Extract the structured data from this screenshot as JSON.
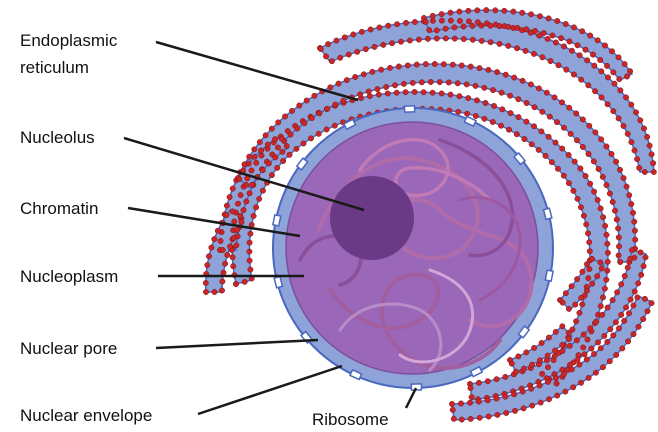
{
  "labels": {
    "endoplasmic_line1": "Endoplasmic",
    "endoplasmic_line2": "reticulum",
    "nucleolus": "Nucleolus",
    "chromatin": "Chromatin",
    "nucleoplasm": "Nucleoplasm",
    "nuclear_pore": "Nuclear pore",
    "nuclear_envelope": "Nuclear envelope",
    "ribosome": "Ribosome"
  },
  "colors": {
    "er_fill": "#8ea3d8",
    "er_stroke": "#4a68bf",
    "ribosome": "#c8262a",
    "nucleoplasm": "#9b67b8",
    "nucleolus": "#6a3a86",
    "chromatin": "#b06ca8",
    "leader_line": "#1a1a1a"
  }
}
